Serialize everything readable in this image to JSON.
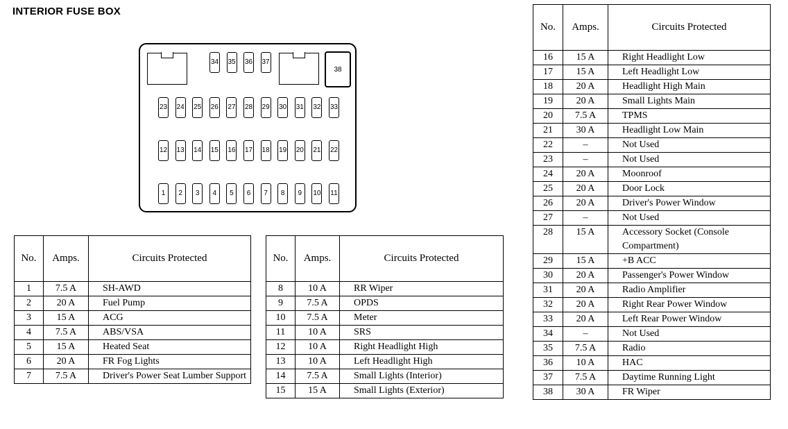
{
  "title": "INTERIOR FUSE BOX",
  "table_headers": {
    "no": "No.",
    "amps": "Amps.",
    "circuits": "Circuits Protected"
  },
  "diagram": {
    "top_fuses": [
      "34",
      "35",
      "36",
      "37"
    ],
    "relay_label": "38",
    "rows": [
      [
        "23",
        "24",
        "25",
        "26",
        "27",
        "28",
        "29",
        "30",
        "31",
        "32",
        "33"
      ],
      [
        "12",
        "13",
        "14",
        "15",
        "16",
        "17",
        "18",
        "19",
        "20",
        "21",
        "22"
      ],
      [
        "1",
        "2",
        "3",
        "4",
        "5",
        "6",
        "7",
        "8",
        "9",
        "10",
        "11"
      ]
    ]
  },
  "tables": [
    [
      {
        "no": "1",
        "amps": "7.5 A",
        "circuit": "SH-AWD"
      },
      {
        "no": "2",
        "amps": "20 A",
        "circuit": "Fuel Pump"
      },
      {
        "no": "3",
        "amps": "15 A",
        "circuit": "ACG"
      },
      {
        "no": "4",
        "amps": "7.5 A",
        "circuit": "ABS/VSA"
      },
      {
        "no": "5",
        "amps": "15 A",
        "circuit": "Heated Seat"
      },
      {
        "no": "6",
        "amps": "20 A",
        "circuit": "FR Fog Lights"
      },
      {
        "no": "7",
        "amps": "7.5 A",
        "circuit": "Driver's Power Seat Lumber Support"
      }
    ],
    [
      {
        "no": "8",
        "amps": "10 A",
        "circuit": "RR Wiper"
      },
      {
        "no": "9",
        "amps": "7.5 A",
        "circuit": "OPDS"
      },
      {
        "no": "10",
        "amps": "7.5 A",
        "circuit": "Meter"
      },
      {
        "no": "11",
        "amps": "10 A",
        "circuit": "SRS"
      },
      {
        "no": "12",
        "amps": "10 A",
        "circuit": "Right Headlight High"
      },
      {
        "no": "13",
        "amps": "10 A",
        "circuit": "Left Headlight High"
      },
      {
        "no": "14",
        "amps": "7.5 A",
        "circuit": "Small Lights (Interior)"
      },
      {
        "no": "15",
        "amps": "15 A",
        "circuit": "Small Lights (Exterior)"
      }
    ],
    [
      {
        "no": "16",
        "amps": "15 A",
        "circuit": "Right Headlight Low"
      },
      {
        "no": "17",
        "amps": "15 A",
        "circuit": "Left Headlight Low"
      },
      {
        "no": "18",
        "amps": "20 A",
        "circuit": "Headlight High Main"
      },
      {
        "no": "19",
        "amps": "20 A",
        "circuit": "Small Lights Main"
      },
      {
        "no": "20",
        "amps": "7.5 A",
        "circuit": "TPMS"
      },
      {
        "no": "21",
        "amps": "30 A",
        "circuit": "Headlight Low Main"
      },
      {
        "no": "22",
        "amps": "–",
        "circuit": "Not Used"
      },
      {
        "no": "23",
        "amps": "–",
        "circuit": "Not Used"
      },
      {
        "no": "24",
        "amps": "20 A",
        "circuit": "Moonroof"
      },
      {
        "no": "25",
        "amps": "20 A",
        "circuit": "Door Lock"
      },
      {
        "no": "26",
        "amps": "20 A",
        "circuit": "Driver's Power Window"
      },
      {
        "no": "27",
        "amps": "–",
        "circuit": "Not Used"
      },
      {
        "no": "28",
        "amps": "15 A",
        "circuit": "Accessory Socket (Console Compartment)"
      },
      {
        "no": "29",
        "amps": "15 A",
        "circuit": "+B ACC"
      },
      {
        "no": "30",
        "amps": "20 A",
        "circuit": "Passenger's Power Window"
      },
      {
        "no": "31",
        "amps": "20 A",
        "circuit": "Radio Amplifier"
      },
      {
        "no": "32",
        "amps": "20 A",
        "circuit": "Right Rear Power Window"
      },
      {
        "no": "33",
        "amps": "20 A",
        "circuit": "Left Rear Power Window"
      },
      {
        "no": "34",
        "amps": "–",
        "circuit": "Not Used"
      },
      {
        "no": "35",
        "amps": "7.5 A",
        "circuit": "Radio"
      },
      {
        "no": "36",
        "amps": "10 A",
        "circuit": "HAC"
      },
      {
        "no": "37",
        "amps": "7.5 A",
        "circuit": "Daytime Running Light"
      },
      {
        "no": "38",
        "amps": "30 A",
        "circuit": "FR Wiper"
      }
    ]
  ]
}
